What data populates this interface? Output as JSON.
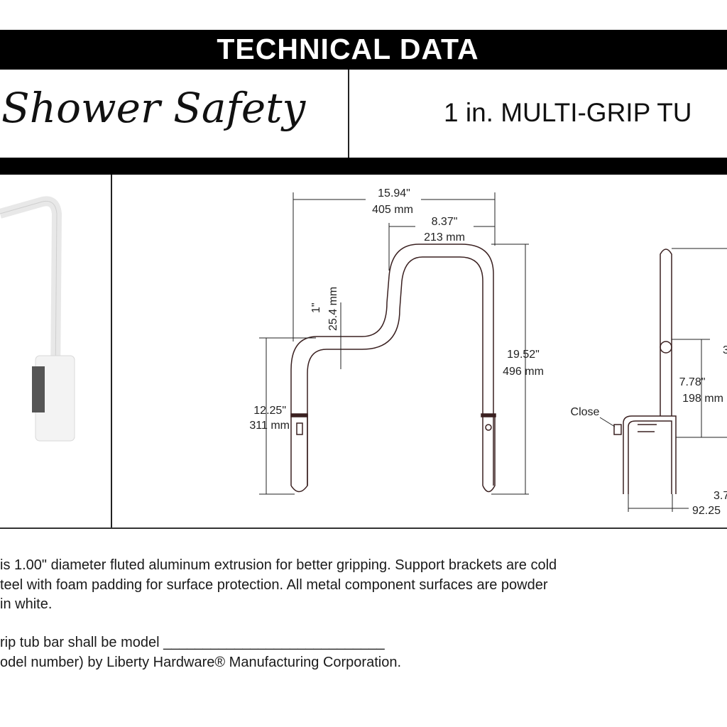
{
  "header": {
    "banner": "TECHNICAL DATA",
    "brand": "Shower Safety",
    "product": "1 in. MULTI-GRIP TU"
  },
  "drawing": {
    "front": {
      "overall_width_in": "15.94\"",
      "overall_width_mm": "405 mm",
      "top_width_in": "8.37\"",
      "top_width_mm": "213 mm",
      "offset_in": "1\"",
      "offset_mm": "25.4 mm",
      "height_in": "19.52\"",
      "height_mm": "496 mm",
      "lower_height_in": "12.25\"",
      "lower_height_mm": "311 mm"
    },
    "side": {
      "close_label": "Close",
      "height_in": "7.78\"",
      "height_mm": "198 mm",
      "cut_right_top": "3",
      "bracket_in": "3.7",
      "bracket_mm": "92.25"
    }
  },
  "description": {
    "lines": [
      "is 1.00\" diameter fluted aluminum extrusion for better gripping. Support brackets are cold",
      "teel with foam padding for surface protection. All metal component surfaces are powder",
      "in white."
    ],
    "spec_lines": [
      "rip tub bar shall be model ____________________________",
      "odel number) by Liberty Hardware® Manufacturing Corporation."
    ]
  }
}
